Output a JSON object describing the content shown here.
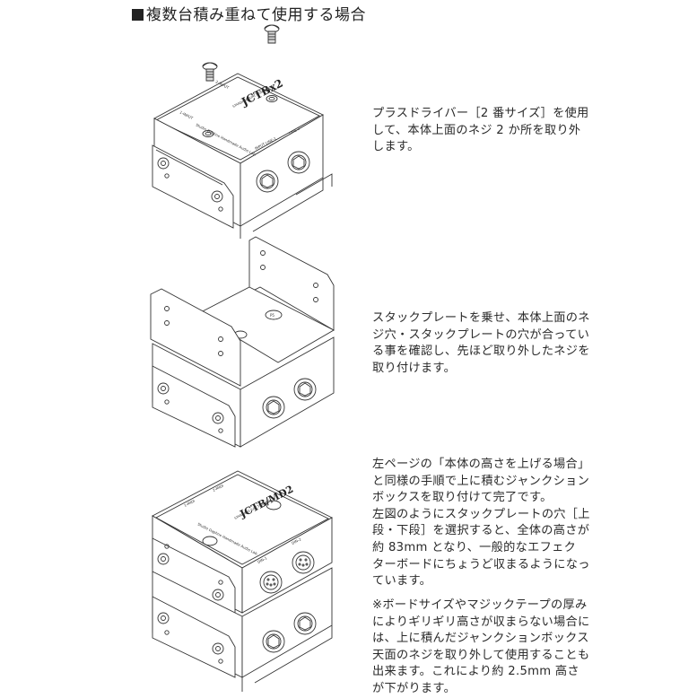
{
  "page": {
    "title": "複数台積み重ねて使用する場合"
  },
  "steps": [
    {
      "id": "step-1",
      "text_lines": [
        "プラスドライバー［2 番サイズ］を使用",
        "して、本体上面のネジ 2 か所を取り外",
        "します。"
      ]
    },
    {
      "id": "step-2",
      "text_lines": [
        "スタックプレートを乗せ、本体上面のネ",
        "ジ穴・スタックプレートの穴が合ってい",
        "る事を確認し、先ほど取り外したネジを",
        "取り付けます。"
      ]
    },
    {
      "id": "step-3",
      "text_lines": [
        "左ページの「本体の高さを上げる場合」",
        "と同様の手順で上に積むジャンクション",
        "ボックスを取り付けて完了です。",
        "左図のようにスタックプレートの穴［上",
        "段・下段］を選択すると、全体の高さが",
        "約 83mm となり、一般的なエフェク",
        "ターボードにちょうど収まるようになっ",
        "ています。"
      ]
    }
  ],
  "note": {
    "text_lines": [
      "※ボードサイズやマジックテープの厚み",
      "によりギリギリ高さが収まらない場合に",
      "は、上に積んだジャンクションボックス",
      "天面のネジを取り外して使用することも",
      "出来ます。これにより約 2.5mm 高さ",
      "が下がります。"
    ]
  },
  "figures": {
    "fig1": {
      "description": "Junction box with two top screws removed",
      "model": "JCTBx2",
      "subtitle": "STANDARD JUNCTION BOX",
      "brand": "Studio Daphne Handmade Audio Lab.",
      "labels": [
        "1-INPUT",
        "SOURCE",
        "2-INPUT",
        "INPUT LINE-1",
        "LINE-2"
      ]
    },
    "fig2": {
      "description": "Stack plate mounted on top of junction box",
      "screw_mark": "P5"
    },
    "fig3": {
      "description": "Two junction boxes stacked",
      "model": "JCTB/MD2",
      "subtitle": "STANDARD JUNCTION BOX",
      "brand": "Studio Daphne Handmade Audio Lab.",
      "labels": [
        "1-MIDI",
        "2-MIDI",
        "DIN-1",
        "DIN-2"
      ]
    }
  }
}
